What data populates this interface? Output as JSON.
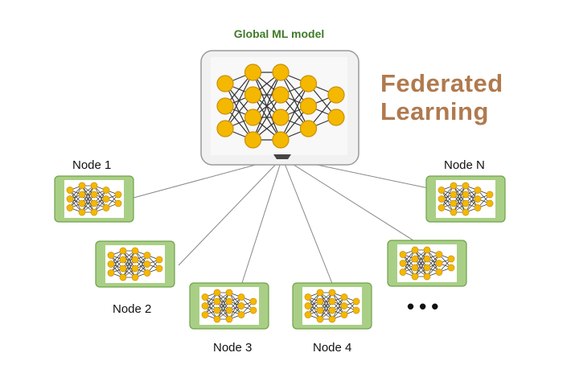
{
  "global_model": {
    "title": "Global ML model"
  },
  "headline": {
    "line1": "Federated",
    "line2": "Learning"
  },
  "nodes": [
    {
      "label": "Node 1"
    },
    {
      "label": "Node 2"
    },
    {
      "label": "Node 3"
    },
    {
      "label": "Node 4"
    },
    {
      "label": "Node N"
    }
  ],
  "ellipsis": "•••",
  "colors": {
    "node_fill": "#f5b800",
    "node_stroke": "#c98f00",
    "edge": "#333333",
    "card_green": "#a9cf86",
    "card_green_border": "#6fa24a",
    "global_box": "#f1f1f1",
    "title_green": "#3f7a2a",
    "title_brown": "#b07a4e",
    "link": "#888888"
  }
}
